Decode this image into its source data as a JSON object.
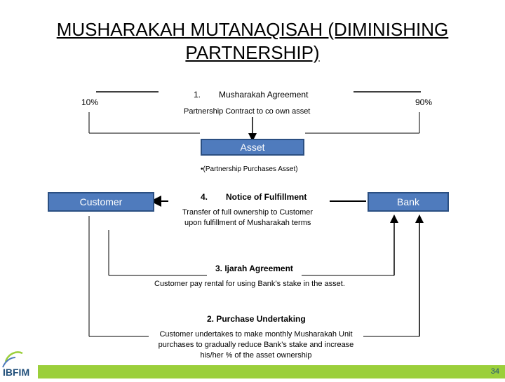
{
  "title_line1": "MUSHARAKAH MUTANAQISAH (DIMINISHING",
  "title_line2": "PARTNERSHIP)",
  "pct_customer": "10%",
  "pct_bank": "90%",
  "step1": {
    "number": "1.",
    "title": "Musharakah Agreement",
    "desc": "Partnership Contract to co own asset"
  },
  "asset": {
    "label": "Asset",
    "note": "•(Partnership Purchases Asset)"
  },
  "customer_label": "Customer",
  "bank_label": "Bank",
  "step4": {
    "number": "4.",
    "title": "Notice of Fulfillment",
    "desc_line1": "Transfer of full ownership to Customer",
    "desc_line2": "upon fulfillment of Musharakah terms"
  },
  "step3": {
    "title": "3. Ijarah Agreement",
    "desc": "Customer pay rental for using Bank’s stake in the asset."
  },
  "step2": {
    "title": "2. Purchase Undertaking",
    "desc_line1": "Customer undertakes to make monthly Musharakah Unit",
    "desc_line2": "purchases to gradually reduce Bank’s stake and increase",
    "desc_line3": "his/her % of the asset ownership"
  },
  "logo_text": "IBFIM",
  "page_number": "34",
  "colors": {
    "box_fill": "#4f7bbd",
    "box_border": "#2b4f82",
    "footer_bar": "#9bcf3b"
  }
}
